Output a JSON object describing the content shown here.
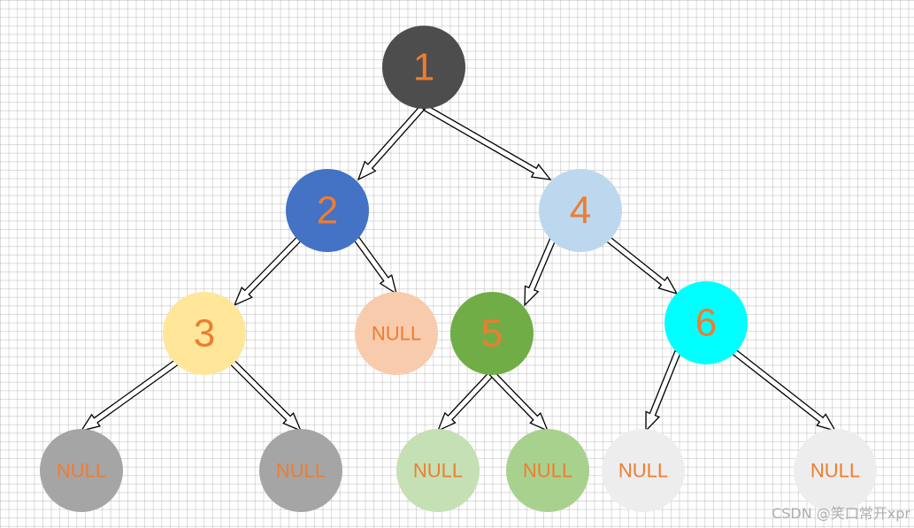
{
  "nodes": {
    "n1": {
      "label": "1",
      "fill": "#4D4D4D"
    },
    "n2": {
      "label": "2",
      "fill": "#4472C4"
    },
    "n4": {
      "label": "4",
      "fill": "#BDD7EE"
    },
    "n3": {
      "label": "3",
      "fill": "#FFE699"
    },
    "null_r2": {
      "label": "NULL",
      "fill": "#F8CBAD"
    },
    "n5": {
      "label": "5",
      "fill": "#70AD47"
    },
    "n6": {
      "label": "6",
      "fill": "#00FFFF"
    },
    "null_l3": {
      "label": "NULL",
      "fill": "#A5A5A5"
    },
    "null_r3": {
      "label": "NULL",
      "fill": "#A5A5A5"
    },
    "null_l5": {
      "label": "NULL",
      "fill": "#C5E0B4"
    },
    "null_r5": {
      "label": "NULL",
      "fill": "#A9D18E"
    },
    "null_l6": {
      "label": "NULL",
      "fill": "#EDEDED"
    },
    "null_r6": {
      "label": "NULL",
      "fill": "#EDEDED"
    }
  },
  "label_color": "#ED7D31",
  "watermark": "CSDN @笑口常开xpr"
}
